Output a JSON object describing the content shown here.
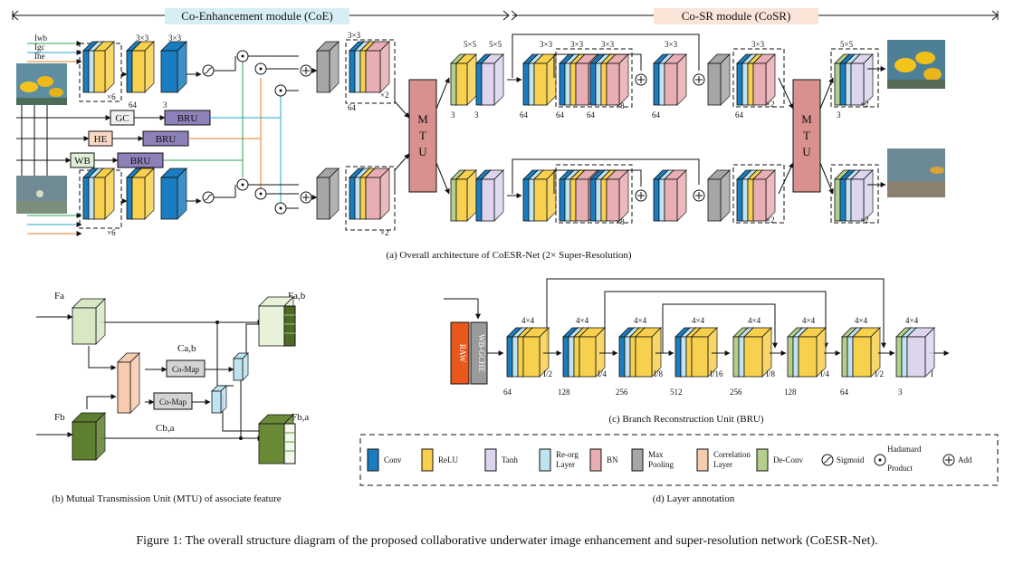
{
  "coe_label": "Co-Enhancement module (CoE)",
  "cosr_label": "Co-SR module (CoSR)",
  "overall_caption": "(a) Overall architecture of CoESR-Net (2× Super-Resolution)",
  "mtu_caption": "(b) Mutual Transmission Unit (MTU) of associate feature",
  "bru_caption": "(c) Branch Reconstruction Unit (BRU)",
  "legend_caption": "(d) Layer annotation",
  "figure_caption": "Figure 1: The overall structure diagram of the proposed collaborative underwater image enhancement and super-resolution network (CoESR-Net).",
  "inputs": {
    "i_wb": "Iwb",
    "i_gc": "Igc",
    "i_he": "Ihe"
  },
  "preproc": {
    "gc": "GC",
    "he": "HE",
    "wb": "WB",
    "bru": "BRU"
  },
  "mtu_block": {
    "m": "M",
    "t": "T",
    "u": "U"
  },
  "kernels": {
    "k3": "3×3",
    "k5": "5×5",
    "k4": "4×4"
  },
  "counts": {
    "x6": "×6",
    "x2": "×2",
    "x8": "×8"
  },
  "channels": {
    "c3": "3",
    "c64": "64",
    "c128": "128",
    "c256": "256",
    "c512": "512"
  },
  "mtu_detail": {
    "fa": "Fa",
    "fb": "Fb",
    "fab": "Fa,b",
    "fba": "Fb,a",
    "cab": "Ca,b",
    "cba": "Cb,a",
    "comap": "Co-Map"
  },
  "bru_detail": {
    "raw": "RAW",
    "wbgche": "WB-GCHE",
    "ch": [
      "64",
      "128",
      "256",
      "512",
      "256",
      "128",
      "64",
      "3"
    ],
    "scales": [
      "I/2",
      "I/4",
      "I/8",
      "I/16",
      "I/8",
      "I/4",
      "I/2",
      "I"
    ]
  },
  "legend": [
    {
      "label": "Conv",
      "color": "#1a7dc0"
    },
    {
      "label": "ReLU",
      "color": "#f7d04e"
    },
    {
      "label": "Tanh",
      "color": "#ddd4ee"
    },
    {
      "label": "Re-org Layer",
      "color": "#bfe3f0"
    },
    {
      "label": "BN",
      "color": "#e8aeb4"
    },
    {
      "label": "Max Pooling",
      "color": "#a6a6a6"
    },
    {
      "label": "Correlation Layer",
      "color": "#f7ccae"
    },
    {
      "label": "De-Conv",
      "color": "#b4cf8a"
    },
    {
      "label": "Sigmoid",
      "color": ""
    },
    {
      "label": "Hadamard Product",
      "color": ""
    },
    {
      "label": "Add",
      "color": ""
    }
  ]
}
